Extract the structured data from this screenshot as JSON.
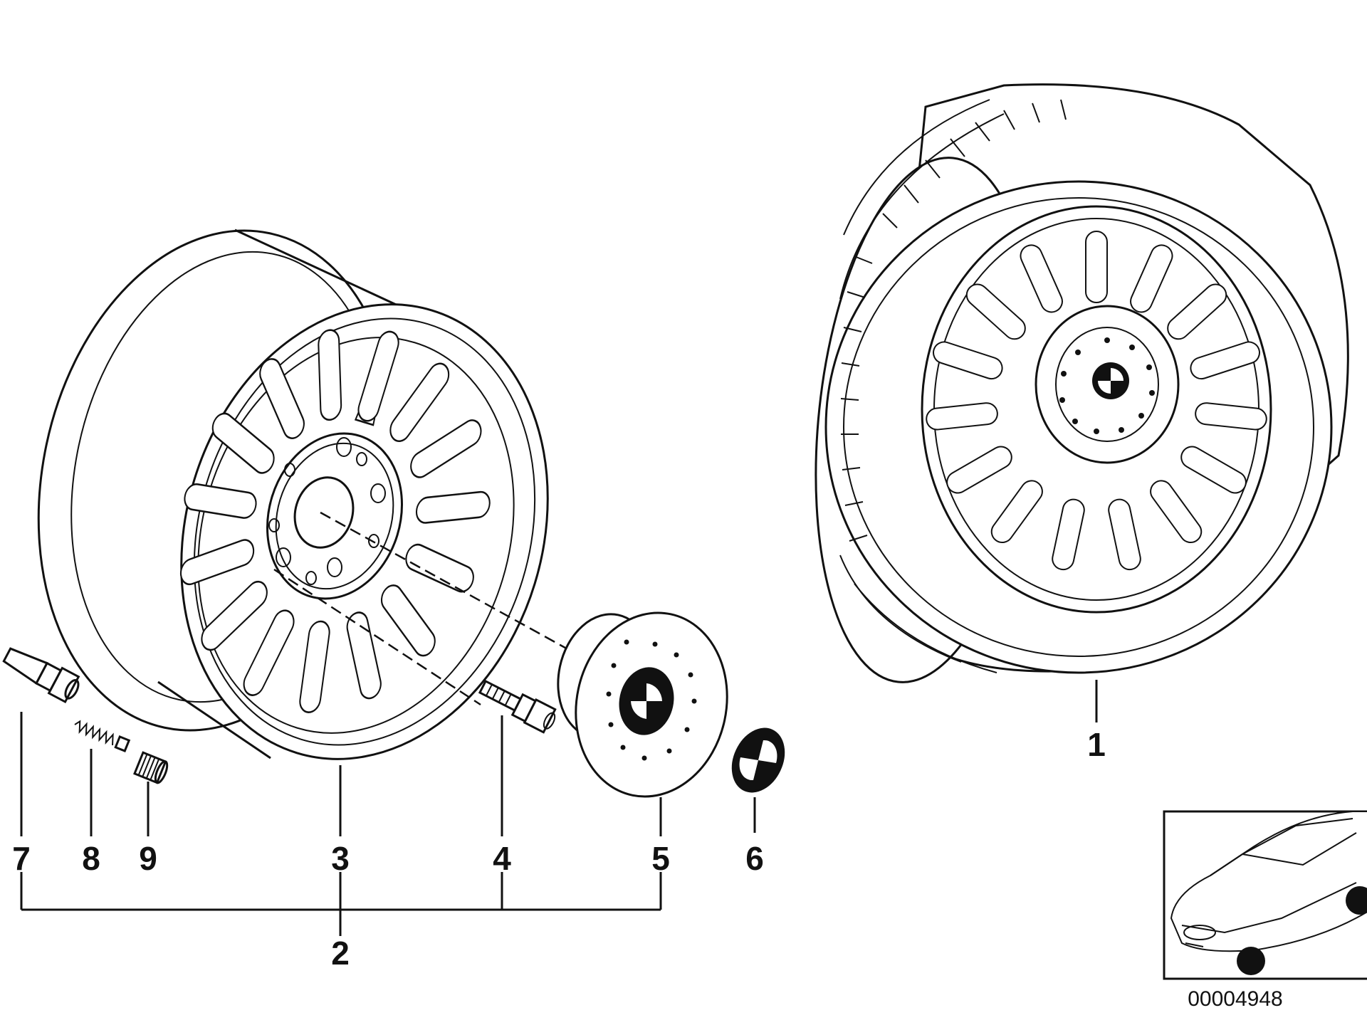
{
  "diagram": {
    "part_labels": {
      "p1": "1",
      "p2": "2",
      "p3": "3",
      "p4": "4",
      "p5": "5",
      "p6": "6",
      "p7": "7",
      "p8": "8",
      "p9": "9"
    },
    "document_number": "00004948",
    "icons": {
      "logo": "roundel-logo-icon",
      "car": "car-position-icon"
    }
  }
}
